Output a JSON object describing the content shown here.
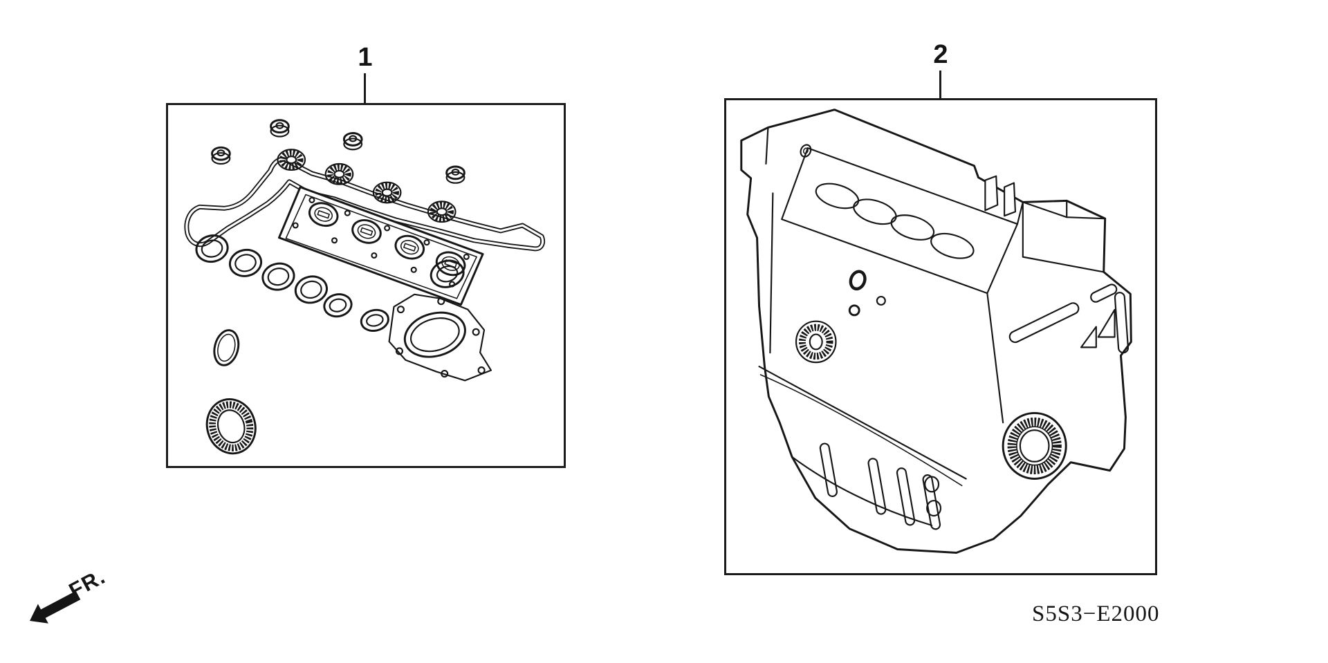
{
  "colors": {
    "background": "#ffffff",
    "ink": "#171717"
  },
  "panels": [
    {
      "callout": "1"
    },
    {
      "callout": "2"
    }
  ],
  "front_marker": {
    "label": "FR.",
    "icon": "front-direction-arrow"
  },
  "part_code": "S5S3−E2000"
}
